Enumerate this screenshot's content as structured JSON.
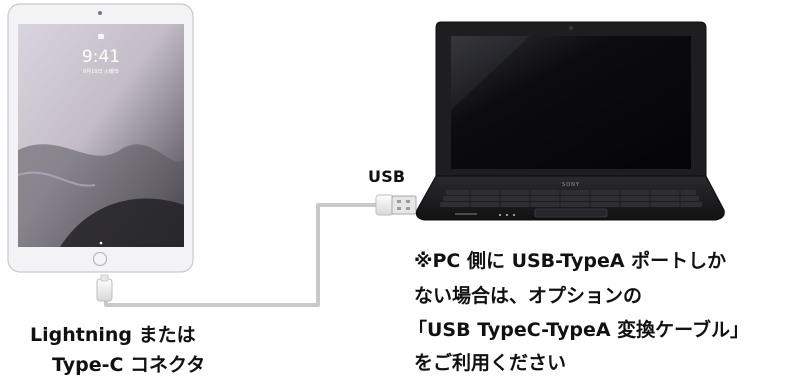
{
  "tablet": {
    "time": "9:41",
    "date": "9月10日 火曜日"
  },
  "laptop": {
    "brand": "SONY"
  },
  "labels": {
    "usb": "USB",
    "connector_line1": "Lightning または",
    "connector_line2": "Type-C コネクタ"
  },
  "note": {
    "line1": "※PC 側に USB-TypeA ポートしか",
    "line2": "ない場合は、オプションの",
    "line3": "「USB TypeC-TypeA 変換ケーブル」",
    "line4": "をご利用ください"
  },
  "colors": {
    "cable": "#c9c9c9",
    "tablet_body": "#f2f2f4",
    "laptop_body": "#1c1c1e",
    "screen_dark": "#0b0b0f"
  }
}
